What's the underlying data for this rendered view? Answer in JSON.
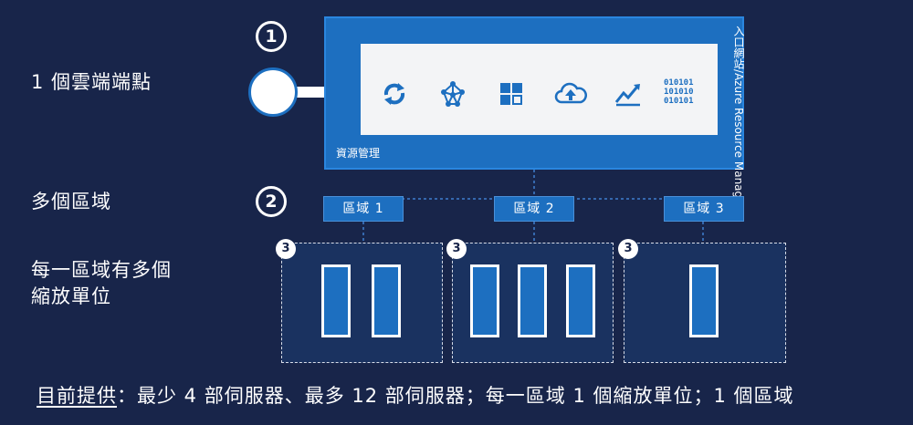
{
  "labels": {
    "endpoint": "1 個雲端端點",
    "regions": "多個區域",
    "scale_units_line1": "每一區域有多個",
    "scale_units_line2": "縮放單位"
  },
  "badges": [
    "1",
    "2",
    "3"
  ],
  "resource_manager": {
    "inner_label": "資源管理",
    "vertical_label": "入口網站/Azure Resource Manager",
    "icons": [
      "sync-icon",
      "network-icon",
      "apps-grid-icon",
      "cloud-upload-icon",
      "chart-icon",
      "binary-icon"
    ],
    "binary_lines": [
      "010101",
      "101010",
      "010101"
    ]
  },
  "regions": [
    {
      "label": "區域 1",
      "servers": 2
    },
    {
      "label": "區域 2",
      "servers": 3
    },
    {
      "label": "區域 3",
      "servers": 1
    }
  ],
  "footer": {
    "lead": "目前提供",
    "rest": "：最少 4 部伺服器、最多 12 部伺服器；每一區域 1 個縮放單位；1 個區域"
  },
  "colors": {
    "background": "#18254a",
    "accent_blue": "#1d6fc0",
    "white": "#ffffff"
  }
}
